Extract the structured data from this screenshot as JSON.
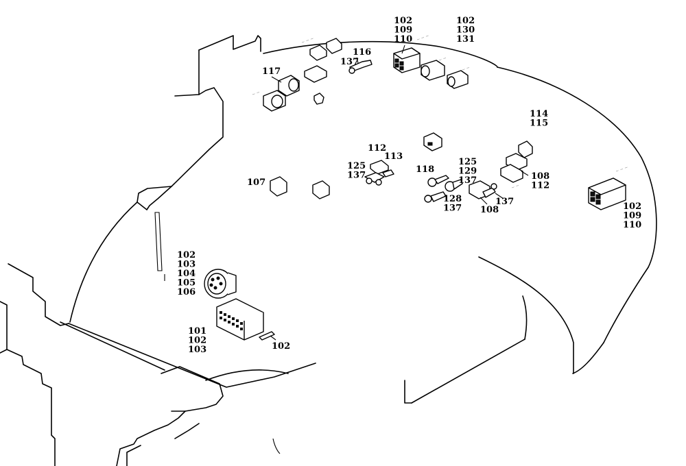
{
  "callouts": [
    {
      "id": "c-top-left",
      "lines": [
        "102",
        "109",
        "110"
      ]
    },
    {
      "id": "c-top-right",
      "lines": [
        "102",
        "130",
        "131"
      ]
    },
    {
      "id": "c-116",
      "lines": [
        "116"
      ]
    },
    {
      "id": "c-137a",
      "lines": [
        "137"
      ]
    },
    {
      "id": "c-117",
      "lines": [
        "117"
      ]
    },
    {
      "id": "c-114",
      "lines": [
        "114",
        "115"
      ]
    },
    {
      "id": "c-112",
      "lines": [
        "112"
      ]
    },
    {
      "id": "c-113",
      "lines": [
        "113"
      ]
    },
    {
      "id": "c-125a",
      "lines": [
        "125",
        "137"
      ]
    },
    {
      "id": "c-107",
      "lines": [
        "107"
      ]
    },
    {
      "id": "c-118",
      "lines": [
        "118"
      ]
    },
    {
      "id": "c-125b",
      "lines": [
        "125",
        "129",
        "137"
      ]
    },
    {
      "id": "c-108a",
      "lines": [
        "108",
        "112"
      ]
    },
    {
      "id": "c-128",
      "lines": [
        "128",
        "137"
      ]
    },
    {
      "id": "c-137b",
      "lines": [
        "137"
      ]
    },
    {
      "id": "c-108b",
      "lines": [
        "108"
      ]
    },
    {
      "id": "c-right",
      "lines": [
        "102",
        "109",
        "110"
      ]
    },
    {
      "id": "c-round",
      "lines": [
        "102",
        "103",
        "104",
        "105",
        "106"
      ]
    },
    {
      "id": "c-block",
      "lines": [
        "101",
        "102",
        "103"
      ]
    },
    {
      "id": "c-pin",
      "lines": [
        "102"
      ]
    }
  ]
}
